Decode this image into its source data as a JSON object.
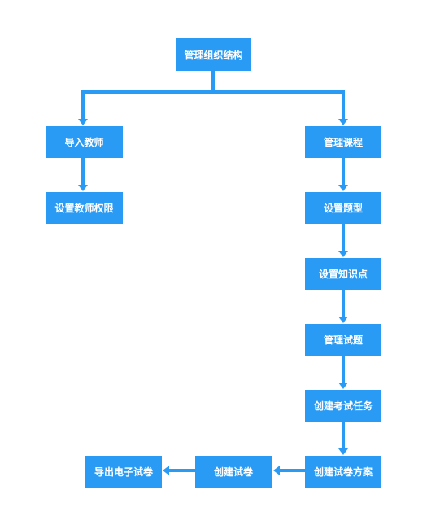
{
  "colors": {
    "box": "#2a9bf5",
    "text": "#ffffff",
    "background": "#ffffff"
  },
  "nodes": {
    "org": "管理组织结构",
    "import_teachers": "导入教师",
    "teacher_perms": "设置教师权限",
    "courses": "管理课程",
    "question_types": "设置题型",
    "knowledge_points": "设置知识点",
    "questions": "管理试题",
    "exam_task": "创建考试任务",
    "paper_plan": "创建试卷方案",
    "create_paper": "创建试卷",
    "export_paper": "导出电子试卷"
  }
}
